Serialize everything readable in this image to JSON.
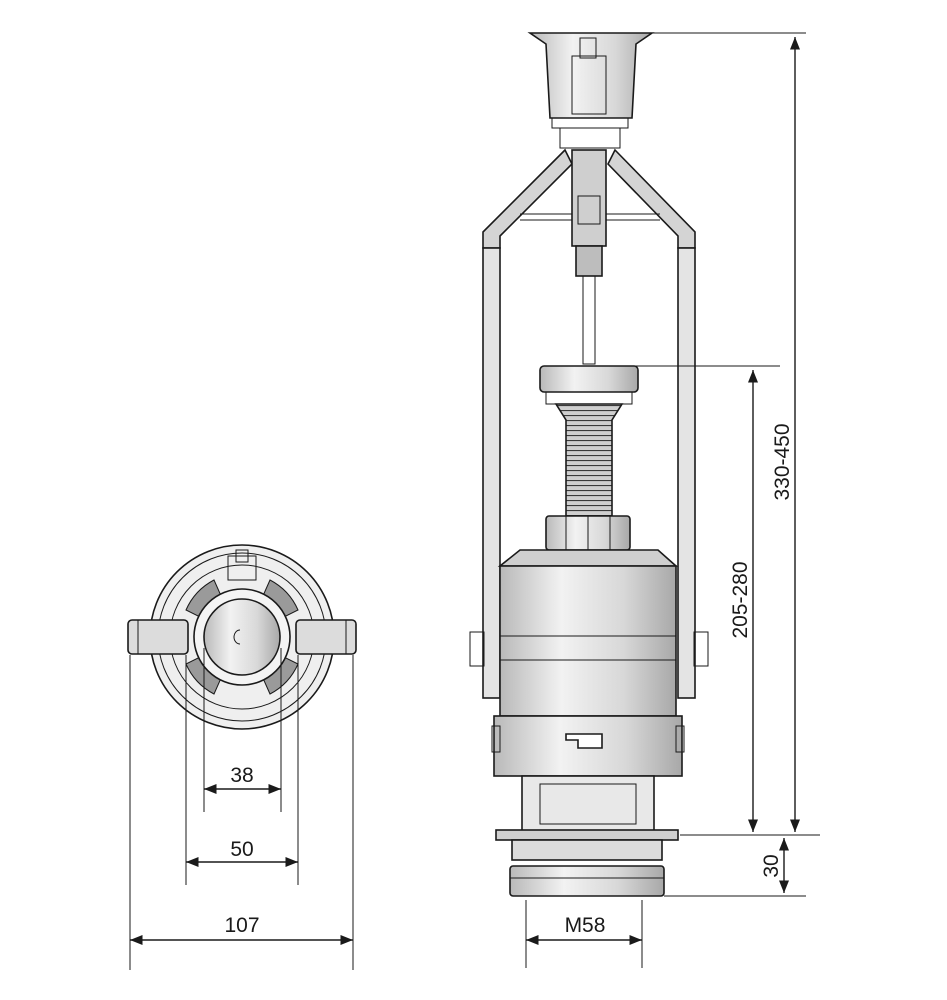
{
  "dimensions": {
    "inner_diameter": "38",
    "outer_diameter": "50",
    "overall_width": "107",
    "overall_height": "330-450",
    "valve_height": "205-280",
    "thread_height": "30",
    "thread_size": "M58"
  },
  "colors": {
    "line": "#1a1a1a",
    "body_light": "#e6e6e6",
    "body_mid": "#c9c9c9",
    "body_dark": "#8a8a8a",
    "background": "#ffffff"
  }
}
